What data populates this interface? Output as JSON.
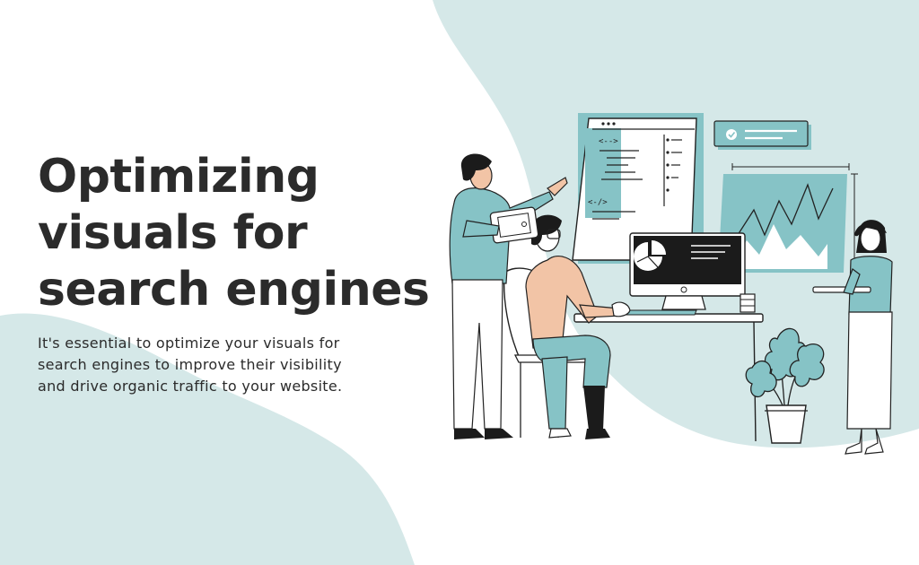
{
  "hero": {
    "title_lines": [
      "Optimizing",
      "visuals for",
      "search engines"
    ],
    "subtitle_lines": [
      "It's essential to optimize your visuals for",
      "search engines to improve their visibility",
      "and drive organic traffic to your website."
    ]
  },
  "illustration": {
    "code_tag_open": "<-->",
    "code_tag_close": "<-/>"
  },
  "colors": {
    "background": "#ffffff",
    "blob": "#d5e8e8",
    "accent_teal": "#86c3c6",
    "text": "#2b2b2b"
  }
}
